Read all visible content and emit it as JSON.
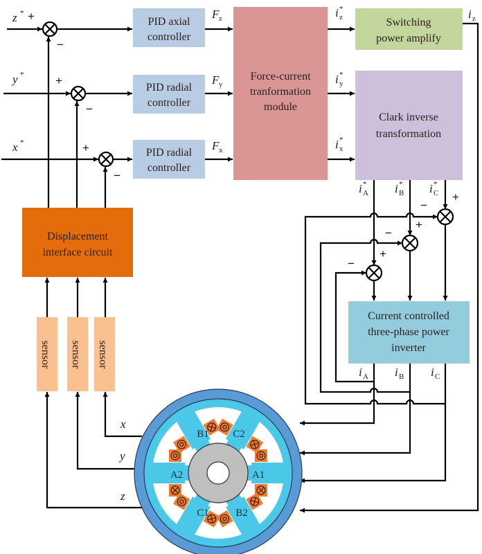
{
  "title": "Magnetic bearing control system block diagram",
  "colors": {
    "pid": "#b8cce4",
    "force_current": "#d99694",
    "switching": "#c3d69b",
    "clark": "#ccc0da",
    "inverter": "#93cddd",
    "displacement": "#e46c0a",
    "sensor": "#fac090",
    "motor_outer": "#5b9bd5",
    "motor_stator": "#4bc8e8",
    "rotor": "#bfbfbf",
    "coil": "#ed7d31"
  },
  "inputs": {
    "z_ref": {
      "sym": "z",
      "sup": "*"
    },
    "y_ref": {
      "sym": "y",
      "sup": "*"
    },
    "x_ref": {
      "sym": "x",
      "sup": "*"
    }
  },
  "signs": {
    "plus": "+",
    "minus": "−"
  },
  "blocks": {
    "pid_axial": {
      "line1": "PID axial",
      "line2": "controller"
    },
    "pid_radial_y": {
      "line1": "PID radial",
      "line2": "controller"
    },
    "pid_radial_x": {
      "line1": "PID radial",
      "line2": "controller"
    },
    "force_current": {
      "line1": "Force-current",
      "line2": "tranformation",
      "line3": "module"
    },
    "switching": {
      "line1": "Switching",
      "line2": "power amplify"
    },
    "clark": {
      "line1": "Clark inverse",
      "line2": "transformation"
    },
    "inverter": {
      "line1": "Current controlled",
      "line2": "three-phase power",
      "line3": "inverter"
    },
    "displacement": {
      "line1": "Displacement",
      "line2": "interface circuit"
    },
    "sensors": [
      "sensor",
      "sensor",
      "sensor"
    ]
  },
  "signals": {
    "Fz": {
      "sym": "F",
      "sub": "z"
    },
    "Fy": {
      "sym": "F",
      "sub": "y"
    },
    "Fx": {
      "sym": "F",
      "sub": "x"
    },
    "iz_ref": {
      "sym": "i",
      "sub": "z",
      "sup": "*"
    },
    "iy_ref": {
      "sym": "i",
      "sub": "y",
      "sup": "*"
    },
    "ix_ref": {
      "sym": "i",
      "sub": "x",
      "sup": "*"
    },
    "iz": {
      "sym": "i",
      "sub": "z"
    },
    "iA_ref": {
      "sym": "i",
      "sub": "A",
      "sup": "*"
    },
    "iB_ref": {
      "sym": "i",
      "sub": "B",
      "sup": "*"
    },
    "iC_ref": {
      "sym": "i",
      "sub": "C",
      "sup": "*"
    },
    "iA": {
      "sym": "i",
      "sub": "A"
    },
    "iB": {
      "sym": "i",
      "sub": "B"
    },
    "iC": {
      "sym": "i",
      "sub": "C"
    },
    "x": {
      "sym": "x"
    },
    "y": {
      "sym": "y"
    },
    "z": {
      "sym": "z"
    }
  },
  "motor": {
    "poles": [
      "A1",
      "B1",
      "C2",
      "A2",
      "C1",
      "B2"
    ]
  }
}
